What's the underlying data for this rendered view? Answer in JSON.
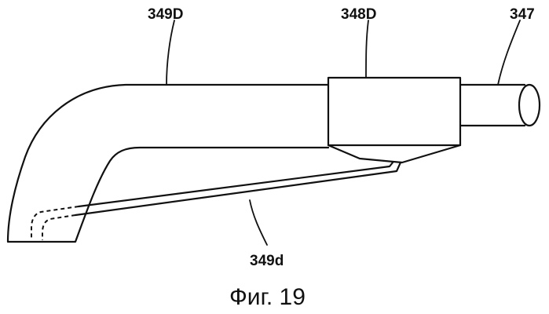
{
  "figure": {
    "labels": {
      "tip_part": "349D",
      "connector": "348D",
      "tube": "347",
      "channel": "349d"
    },
    "caption": "Фиг. 19"
  }
}
